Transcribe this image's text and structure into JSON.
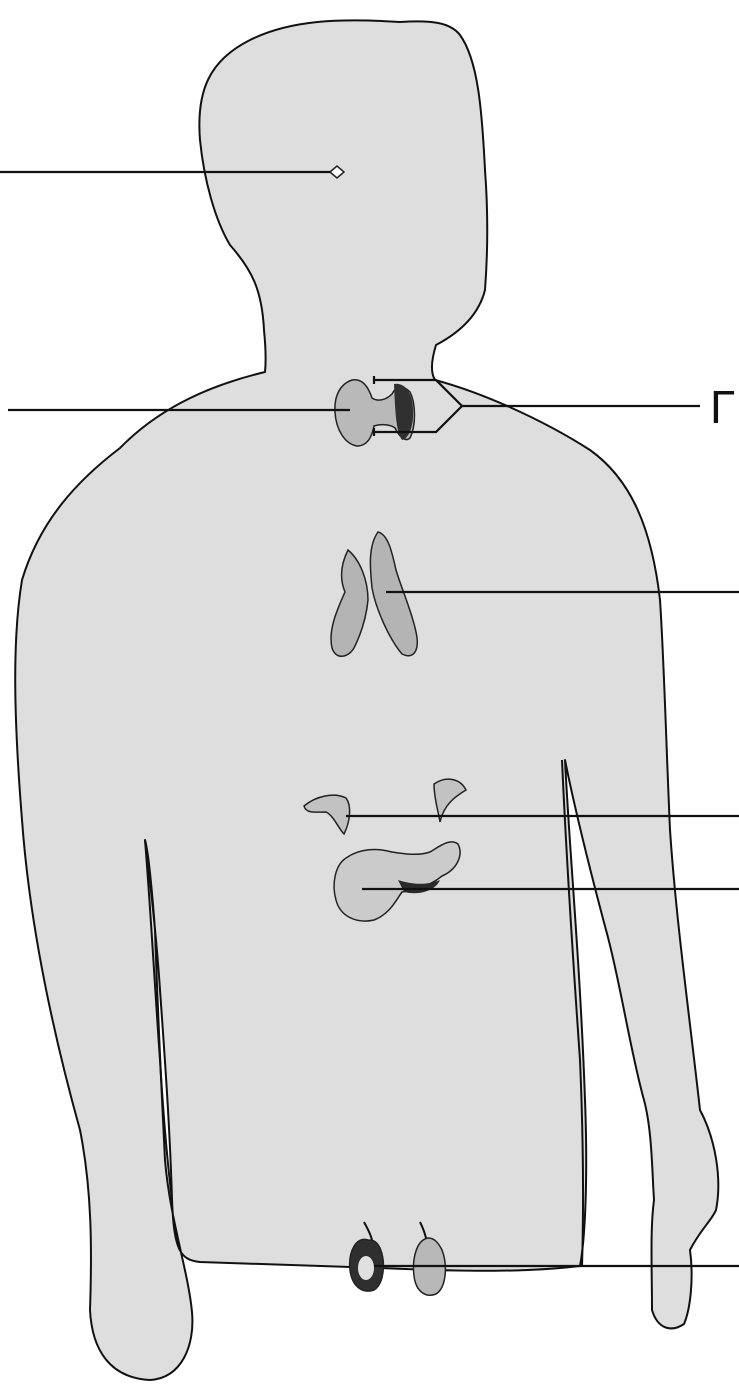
{
  "diagram": {
    "visible_label_fragment": "Г",
    "colors": {
      "body_fill": "#dedede",
      "outline": "#111111",
      "gland_light": "#b9b9b9",
      "gland_dark": "#3a3a3a",
      "background": "#ffffff"
    },
    "structures": [
      {
        "id": "pituitary",
        "icon": "pituitary-gland-icon"
      },
      {
        "id": "thyroid",
        "icon": "thyroid-gland-icon"
      },
      {
        "id": "parathyroid",
        "icon": "parathyroid-glands-icon"
      },
      {
        "id": "thymus",
        "icon": "thymus-gland-icon"
      },
      {
        "id": "adrenal",
        "icon": "adrenal-glands-icon"
      },
      {
        "id": "pancreas",
        "icon": "pancreas-icon"
      },
      {
        "id": "gonads",
        "icon": "gonads-icon"
      }
    ]
  }
}
